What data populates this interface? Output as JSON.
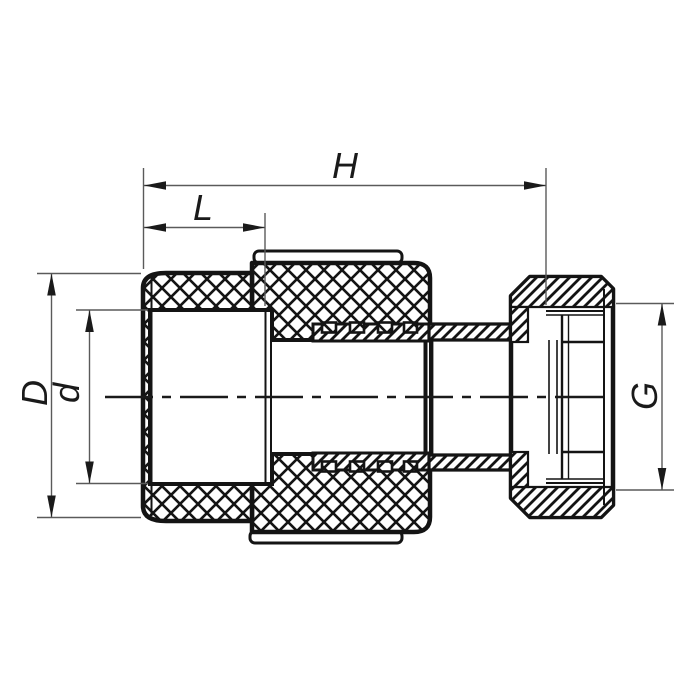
{
  "drawing": {
    "kind": "technical-section-drawing",
    "labels": {
      "overall_length": "H",
      "socket_depth": "L",
      "outer_diameter": "D",
      "inner_diameter": "d",
      "thread_size": "G"
    },
    "colors": {
      "background": "#ffffff",
      "body_line": "#141414",
      "seal_fill": "#121212",
      "dimension_line": "#5a5a5a",
      "label_text": "#1a1a1a"
    }
  }
}
